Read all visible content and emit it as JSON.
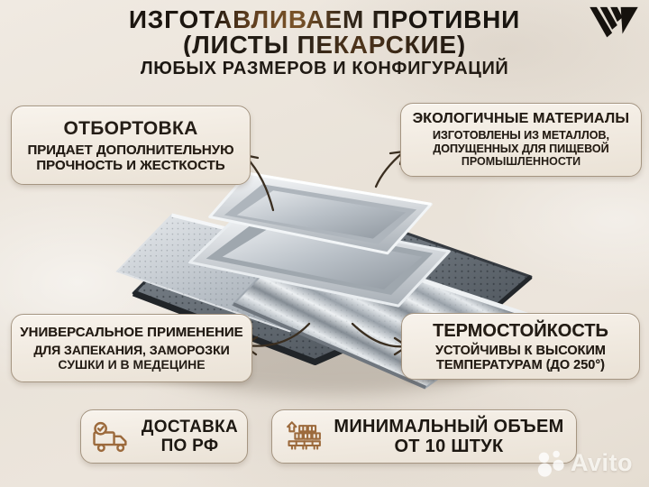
{
  "title": {
    "line1": "ИЗГОТАВЛИВАЕМ ПРОТИВНИ",
    "line2": "(ЛИСТЫ ПЕКАРСКИЕ)",
    "line3": "ЛЮБЫХ РАЗМЕРОВ И КОНФИГУРАЦИЙ"
  },
  "logo": {
    "icon": "w-stripes-logo",
    "color": "#16120e"
  },
  "photo": {
    "description": "стопка металлических противней и перфорированных пекарских листов"
  },
  "callouts": {
    "top_left": {
      "title": "ОТБОРТОВКА",
      "line1": "ПРИДАЕТ ДОПОЛНИТЕЛЬНУЮ",
      "line2": "ПРОЧНОСТЬ И ЖЕСТКОСТЬ"
    },
    "top_right": {
      "title": "ЭКОЛОГИЧНЫЕ МАТЕРИАЛЫ",
      "line1": "ИЗГОТОВЛЕНЫ ИЗ МЕТАЛЛОВ,",
      "line2": "ДОПУЩЕННЫХ ДЛЯ ПИЩЕВОЙ",
      "line3": "ПРОМЫШЛЕННОСТИ"
    },
    "bottom_left": {
      "title": "УНИВЕРСАЛЬНОЕ ПРИМЕНЕНИЕ",
      "line1": "ДЛЯ ЗАПЕКАНИЯ, ЗАМОРОЗКИ",
      "line2": "СУШКИ И В МЕДЕЦИНЕ"
    },
    "bottom_right": {
      "title": "ТЕРМОСТОЙКОСТЬ",
      "line1": "УСТОЙЧИВЫ К ВЫСОКИМ",
      "line2": "ТЕМПЕРАТУРАМ (ДО 250°)"
    }
  },
  "badges": {
    "delivery": {
      "icon": "truck-icon",
      "line1": "ДОСТАВКА",
      "line2": "ПО РФ"
    },
    "min_volume": {
      "icon": "pallet-icon",
      "line1": "МИНИМАЛЬНЫЙ ОБЪЕМ",
      "line2": "ОТ 10 ШТУК"
    }
  },
  "watermark": {
    "icon": "avito-dots-logo",
    "text": "Avito"
  },
  "colors": {
    "background": "#e9e2d8",
    "box_bg": "#f4eee5",
    "box_border": "#a59581",
    "accent_brown": "#7d5430",
    "text_dark": "#241d16",
    "icon_brown": "#9c6a3c",
    "logo_black": "#16120e",
    "watermark_white": "#fcfaf6"
  }
}
